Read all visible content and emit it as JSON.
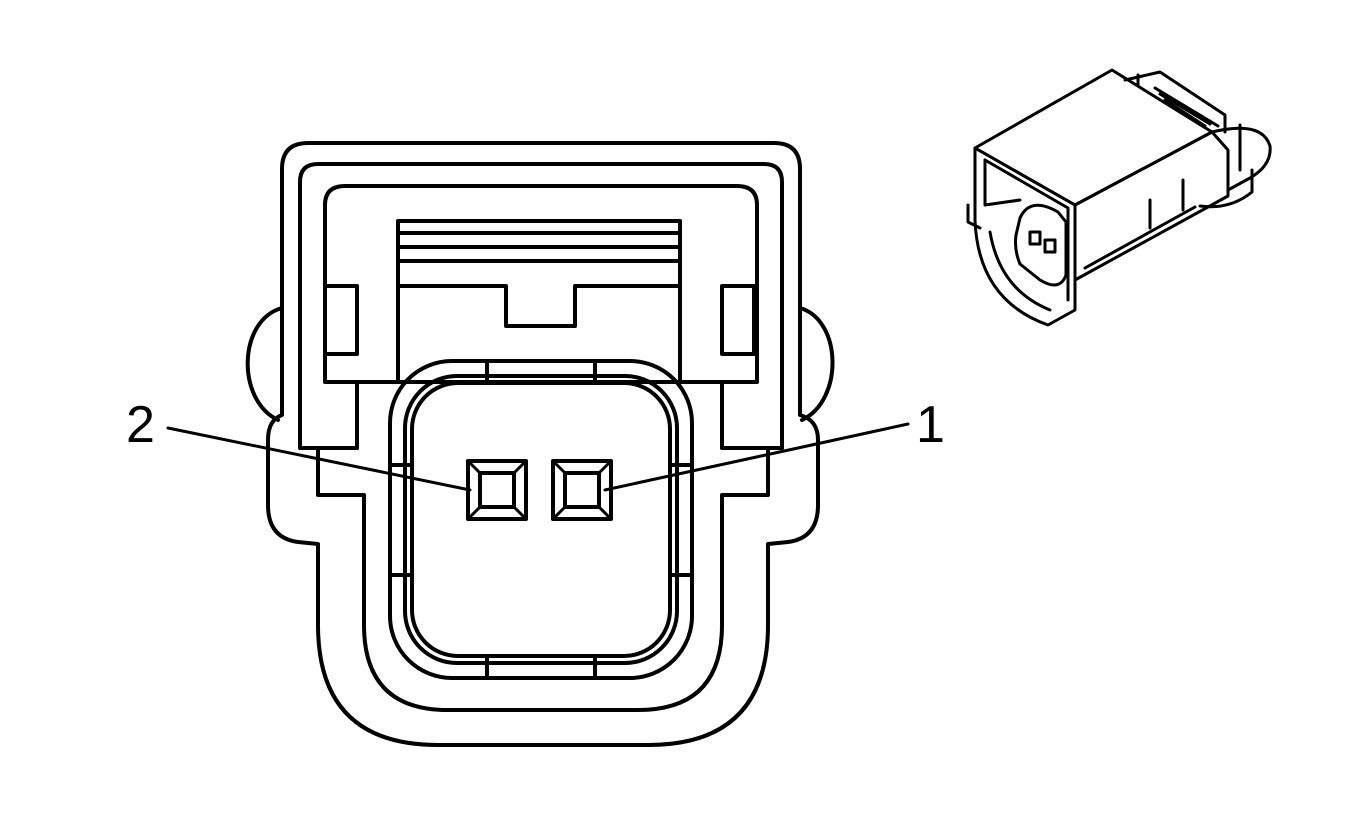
{
  "diagram": {
    "pins": [
      {
        "id": 2,
        "label": "2"
      },
      {
        "id": 1,
        "label": "1"
      }
    ],
    "colors": {
      "stroke": "#000000",
      "background": "#ffffff"
    }
  }
}
